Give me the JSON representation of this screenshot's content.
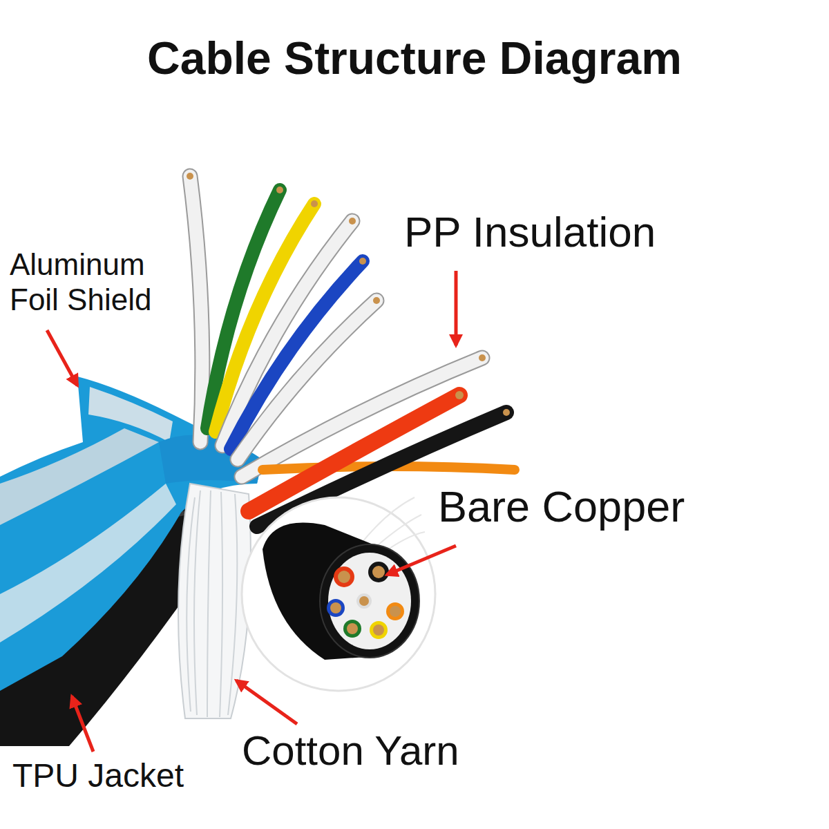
{
  "diagram": {
    "title": "Cable Structure Diagram",
    "labels": [
      "Aluminum Foil Shield",
      "PP Insulation",
      "Bare Copper",
      "TPU Jacket",
      "Cotton Yarn"
    ]
  }
}
